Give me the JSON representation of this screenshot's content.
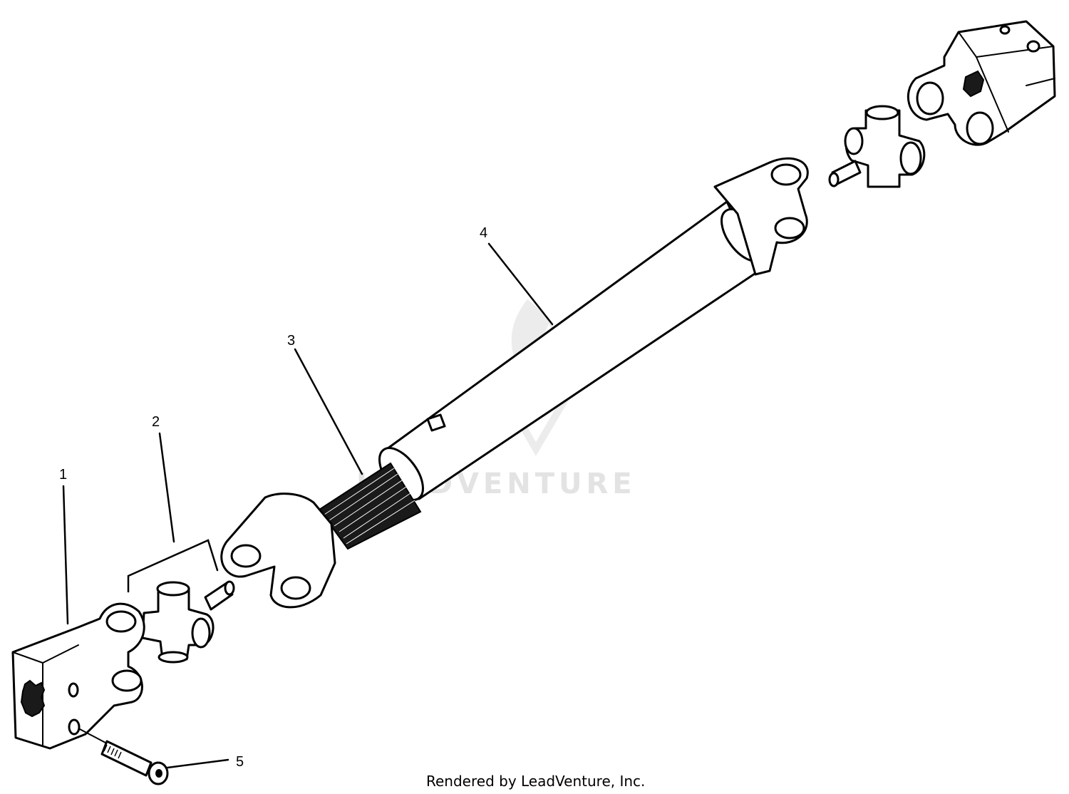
{
  "callouts": [
    {
      "id": "1",
      "label": "1"
    },
    {
      "id": "2",
      "label": "2"
    },
    {
      "id": "3",
      "label": "3"
    },
    {
      "id": "4",
      "label": "4"
    },
    {
      "id": "5",
      "label": "5"
    }
  ],
  "watermark": {
    "text": "LEADVENTURE"
  },
  "footer": {
    "text": "Rendered by LeadVenture, Inc."
  }
}
